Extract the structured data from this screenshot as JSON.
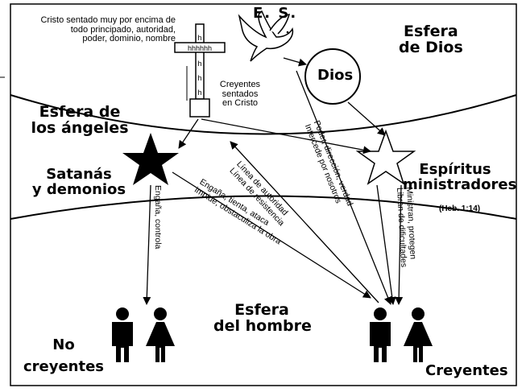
{
  "spheres": {
    "god": {
      "title_line1": "Esfera",
      "title_line2": "de Dios"
    },
    "angels": {
      "title_line1": "Esfera de",
      "title_line2": "los ángeles"
    },
    "man": {
      "title_line1": "Esfera",
      "title_line2": "del hombre"
    }
  },
  "nodes": {
    "cross_caption": [
      "Cristo sentado muy por encima de",
      "todo principado, autoridad,",
      "poder, dominio, nombre"
    ],
    "believers_seated": [
      "Creyentes",
      "sentados",
      "en Cristo"
    ],
    "holy_spirit": "E. S.",
    "god": "Dios",
    "satan": [
      "Satanás",
      "y demonios"
    ],
    "ministering_spirits": [
      "Espíritus",
      "ministradores"
    ],
    "verse": "(Heb. 1:14)",
    "unbelievers": [
      "No",
      "creyentes"
    ],
    "believers": "Creyentes"
  },
  "arrow_labels": {
    "authority": [
      "Línea de autoridad",
      "Línea de resistencia"
    ],
    "deceive": [
      "Engaña, tienta, ataca",
      "impide, obstaculiza la obra"
    ],
    "power": [
      "Poder, dirección, verdad",
      "Intercede por nosotros"
    ],
    "minister": [
      "Ministran, protegen",
      "Libran de dificultades"
    ],
    "control": "Engaña, controla"
  },
  "icons": [
    "cross-icon",
    "dove-icon",
    "circle-icon",
    "star-filled-icon",
    "star-outline-icon",
    "man-icon",
    "woman-icon"
  ]
}
